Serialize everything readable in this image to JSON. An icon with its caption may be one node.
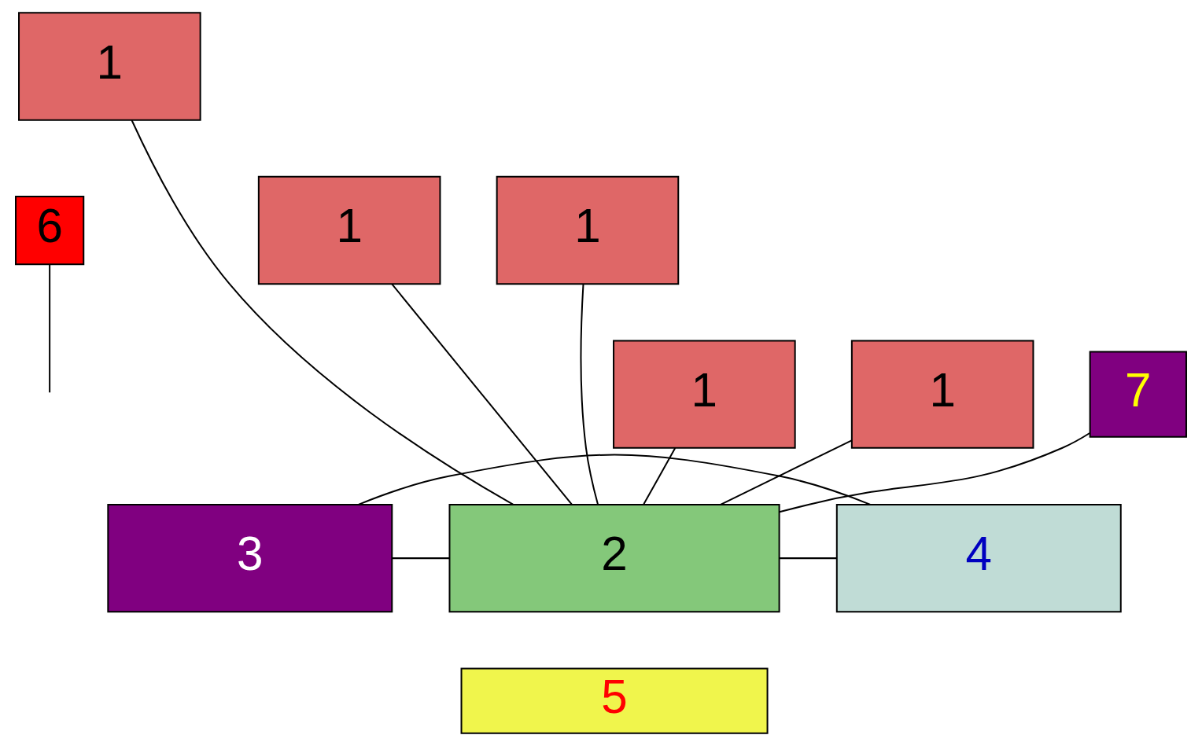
{
  "diagram": {
    "nodes": [
      {
        "text": [
          "1"
        ]
      },
      {
        "text": [
          "1"
        ]
      },
      {
        "text": [
          "1"
        ]
      },
      {
        "text": [
          "6"
        ]
      },
      {
        "text": [
          "1"
        ]
      },
      {
        "text": [
          "1"
        ]
      },
      {
        "text": [
          "7"
        ]
      },
      {
        "text": [
          "3"
        ]
      },
      {
        "text": [
          "2"
        ]
      },
      {
        "text": [
          "4"
        ]
      },
      {
        "text": [
          "5"
        ]
      }
    ],
    "edges": [
      {
        "from": 0,
        "to": 8,
        "arrow": "none"
      },
      {
        "from": 1,
        "to": 8,
        "arrow": "none"
      },
      {
        "from": 2,
        "to": 8,
        "arrow": "none"
      },
      {
        "from": 4,
        "to": 8,
        "arrow": "none"
      },
      {
        "from": 5,
        "to": 8,
        "arrow": "none"
      },
      {
        "from": 6,
        "to": 8,
        "arrow": "none"
      },
      {
        "from": 3,
        "to": null,
        "arrow": "none"
      },
      {
        "from": 7,
        "to": 8,
        "arrow": "none"
      },
      {
        "from": 8,
        "to": 9,
        "arrow": "none"
      },
      {
        "from": 7,
        "to": 9,
        "arrow": "none"
      }
    ]
  }
}
